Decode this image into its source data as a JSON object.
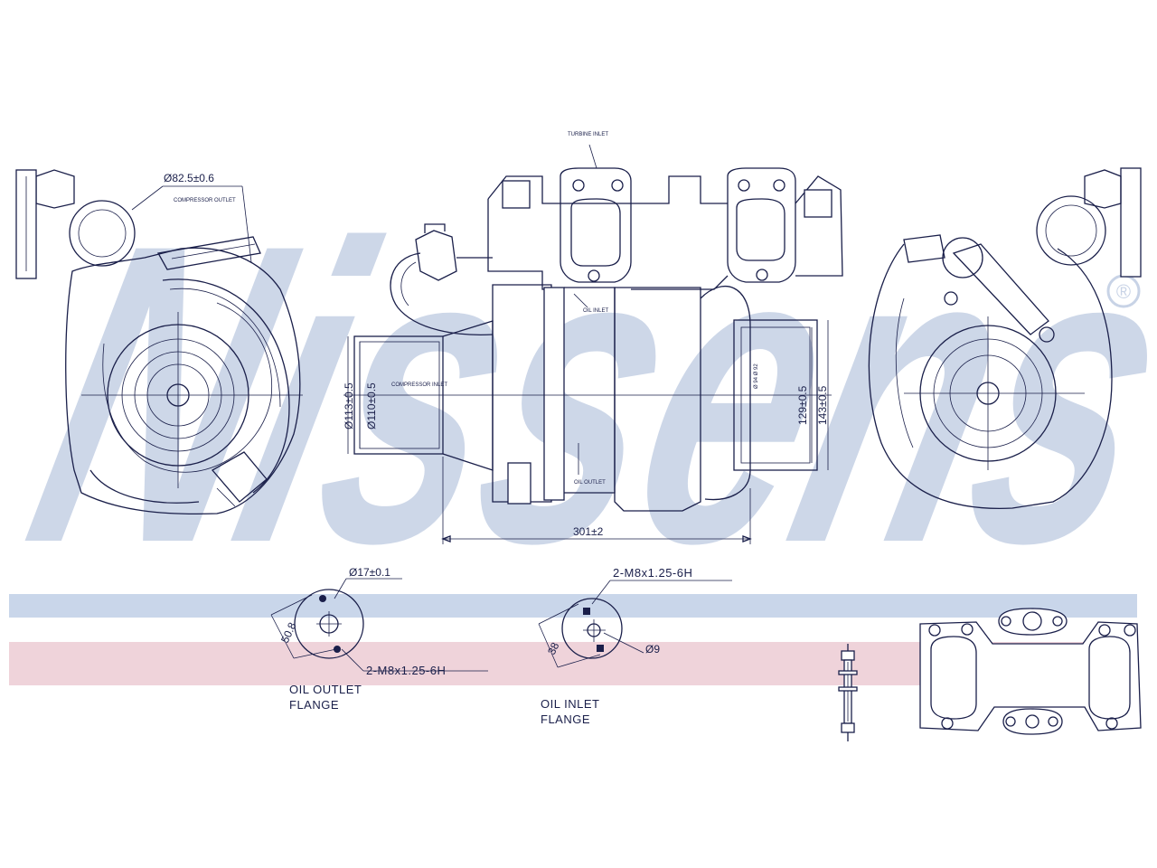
{
  "brand": {
    "watermark": "Nissens",
    "registered": "®",
    "watermark_color": "#c8d3e6",
    "stripe_blue": "#c9d6ea",
    "stripe_red": "#efd3da",
    "line_color": "#1a1f4a"
  },
  "front_view": {
    "inlet_diameter": "Ø82.5±0.6",
    "compressor_outlet": "COMPRESSOR OUTLET"
  },
  "side_view": {
    "turbine_inlet": "TURBINE INLET",
    "compressor_inlet": "COMPRESSOR INLET",
    "outer_diameter": "Ø113±0.5",
    "inner_diameter": "Ø110±0.5",
    "height_129": "129±0.5",
    "height_143": "143±0.5",
    "length": "301±2",
    "oil_inlet_small": "OIL INLET",
    "oil_outlet_small": "OIL OUTLET",
    "outlet_dia_small": "Ø 94 Ø 92"
  },
  "oil_outlet_flange": {
    "bore": "Ø17±0.1",
    "thread": "2-M8x1.25-6H",
    "spacing": "50.8",
    "label_line1": "OIL OUTLET",
    "label_line2": "FLANGE"
  },
  "oil_inlet_flange": {
    "thread": "2-M8x1.25-6H",
    "bore": "Ø9",
    "spacing": "38",
    "label_line1": "OIL INLET",
    "label_line2": "FLANGE"
  }
}
